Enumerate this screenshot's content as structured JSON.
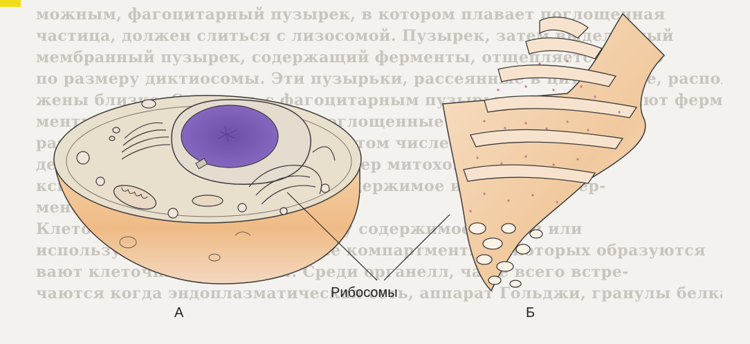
{
  "labels": {
    "ribosomes": "Рибосомы",
    "panel_a": "А",
    "panel_b": "Б"
  },
  "background_text": [
    "можным, фагоцитарный пузырек, в котором плавает поглощенная",
    "частица, должен слиться с лизосомой. Пузырек, затем выделенный",
    "мембранный пузырек, содержащий ферменты, отщепляется около",
    "по размеру диктиосомы. Эти пузырьки, рассеянные в цитоплазме, располо-",
    "жены близко. Сливаясь с фагоцитарным пузырьком, они передают ферменты",
    "менты, которые расщепляют поглощенные вещества. Затем они",
    "разрушают ненужные частицы, в том числе белки, и неповреж-",
    "денные структуры клетки, например митохондрии, и компле-",
    "ксы, при этом высвобождая их содержимое и активные фер-",
    "менты.",
    "   Клеточные мембраны. Поскольку содержимое клетки или",
    "использует для этого отдельные компартменты, в которых образуются",
    "вают клеточные мембраны. Среди органелл, чаще всего встре-",
    "чаются когда эндоплазматическая сеть, аппарат Гольджи, гранулы белка."
  ],
  "colors": {
    "cell_top": "#e9dfcd",
    "cell_side": "#efbb86",
    "nucleus": "#7a5cb6",
    "er_fill": "#f3d5b2",
    "outline": "#3a3a3a",
    "ribosome_dot": "#c47a8a"
  }
}
